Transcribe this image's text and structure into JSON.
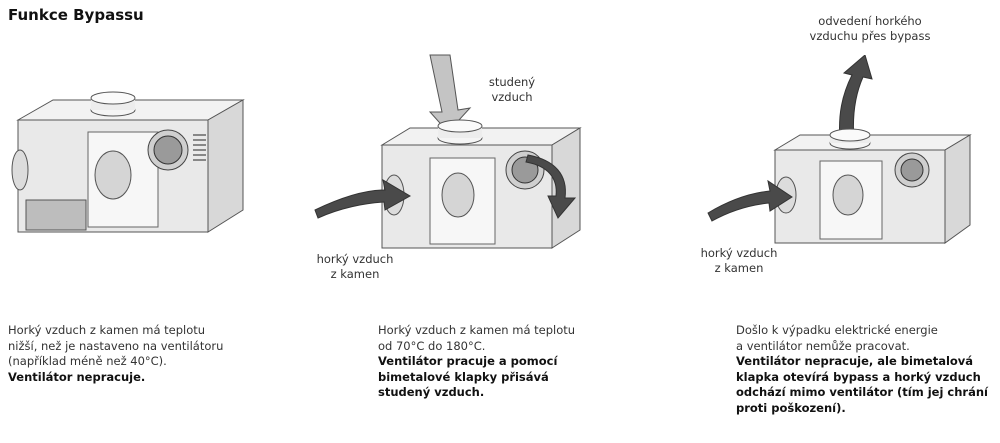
{
  "title": "Funkce Bypassu",
  "panels": [
    {
      "description": [
        "Horký vzduch z kamen má teplotu",
        "nižší, než je nastaveno na ventilátoru",
        "(například méně než 40°C)."
      ],
      "bold": [
        "Ventilátor nepracuje."
      ]
    },
    {
      "labels": {
        "cold_air_1": "studený",
        "cold_air_2": "vzduch",
        "hot_air_1": "horký vzduch",
        "hot_air_2": "z kamen"
      },
      "description": [
        "Horký vzduch z kamen má teplotu",
        "od 70°C do 180°C."
      ],
      "bold": [
        "Ventilátor pracuje a pomocí",
        "bimetalové klapky přisává",
        "studený vzduch."
      ]
    },
    {
      "labels": {
        "bypass_1": "odvedení horkého",
        "bypass_2": "vzduchu přes bypass",
        "hot_air_1": "horký vzduch",
        "hot_air_2": "z kamen"
      },
      "description": [
        "Došlo k výpadku elektrické energie",
        "a ventilátor nemůže pracovat."
      ],
      "bold": [
        "Ventilátor nepracuje, ale bimetalová",
        "klapka otevírá bypass a horký vzduch",
        "odchází mimo ventilátor (tím jej chrání",
        "proti poškození)."
      ]
    }
  ],
  "colors": {
    "arrow_dark": "#4a4a4a",
    "arrow_light": "#c4c4c4",
    "metal": "#e6e6e6"
  }
}
